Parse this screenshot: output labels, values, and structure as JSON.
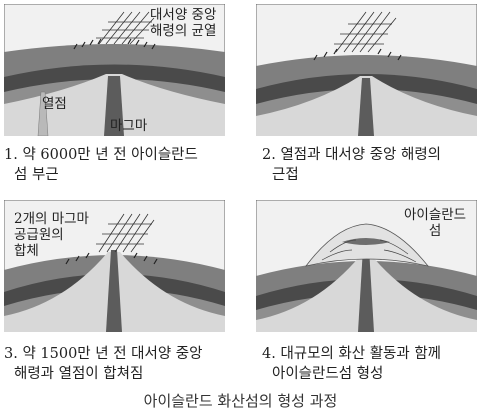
{
  "panels": [
    {
      "caption_line1": "1. 약 6000만 년 전 아이슬란드",
      "caption_line2": "섬 부근",
      "labels": {
        "ridge": "대서양 중앙\n해령의 균열",
        "hotspot": "열점",
        "magma": "마그마"
      }
    },
    {
      "caption_line1": "2. 열점과 대서양 중앙 해령의",
      "caption_line2": "근접"
    },
    {
      "caption_line1": "3. 약 1500만 년 전  대서양 중앙",
      "caption_line2": "해령과 열점이 합쳐짐",
      "labels": {
        "merge": "2개의 마그마\n공급원의\n합체"
      }
    },
    {
      "caption_line1": "4. 대규모의 화산 활동과 함께",
      "caption_line2": "아이슬란드섬 형성",
      "labels": {
        "island": "아이슬란드\n섬"
      }
    }
  ],
  "figure_title": "아이슬란드 화산섬의 형성 과정"
}
